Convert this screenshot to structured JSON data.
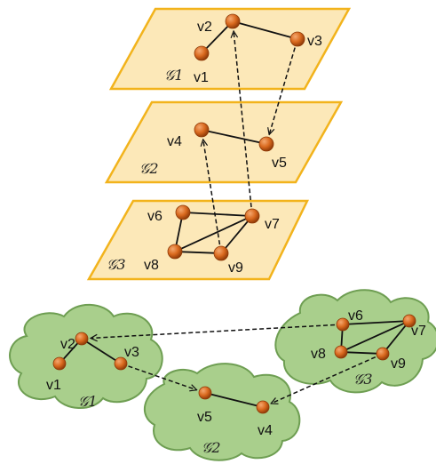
{
  "colors": {
    "plane_fill": "#FCE8B8",
    "plane_stroke": "#F2B31C",
    "cloud_fill": "#A9CF8C",
    "cloud_stroke": "#6E9E52",
    "node_fill": "#D9691E",
    "node_dark": "#8F3A08",
    "node_light": "#F4A870",
    "edge": "#111111"
  },
  "stacked_view": {
    "layers": [
      {
        "id": "G1",
        "label": "𝒢1",
        "nodes": [
          "v1",
          "v2",
          "v3"
        ]
      },
      {
        "id": "G2",
        "label": "𝒢2",
        "nodes": [
          "v4",
          "v5"
        ]
      },
      {
        "id": "G3",
        "label": "𝒢3",
        "nodes": [
          "v6",
          "v7",
          "v8",
          "v9"
        ]
      }
    ],
    "nodes": {
      "v1": "v1",
      "v2": "v2",
      "v3": "v3",
      "v4": "v4",
      "v5": "v5",
      "v6": "v6",
      "v7": "v7",
      "v8": "v8",
      "v9": "v9"
    },
    "edges": [
      [
        "v1",
        "v2"
      ],
      [
        "v2",
        "v3"
      ],
      [
        "v4",
        "v5"
      ],
      [
        "v6",
        "v7"
      ],
      [
        "v6",
        "v8"
      ],
      [
        "v7",
        "v8"
      ],
      [
        "v7",
        "v9"
      ],
      [
        "v8",
        "v9"
      ]
    ],
    "arrows": [
      [
        "v3",
        "v5"
      ],
      [
        "v9",
        "v4"
      ],
      [
        "v7",
        "v2"
      ]
    ]
  },
  "cloud_view": {
    "clouds": [
      {
        "id": "G1",
        "label": "𝒢1",
        "nodes": [
          "v1",
          "v2",
          "v3"
        ]
      },
      {
        "id": "G2",
        "label": "𝒢2",
        "nodes": [
          "v4",
          "v5"
        ]
      },
      {
        "id": "G3",
        "label": "𝒢3",
        "nodes": [
          "v6",
          "v7",
          "v8",
          "v9"
        ]
      }
    ],
    "nodes": {
      "v1": "v1",
      "v2": "v2",
      "v3": "v3",
      "v4": "v4",
      "v5": "v5",
      "v6": "v6",
      "v7": "v7",
      "v8": "v8",
      "v9": "v9"
    },
    "edges": [
      [
        "v1",
        "v2"
      ],
      [
        "v2",
        "v3"
      ],
      [
        "v4",
        "v5"
      ],
      [
        "v6",
        "v7"
      ],
      [
        "v6",
        "v8"
      ],
      [
        "v7",
        "v8"
      ],
      [
        "v7",
        "v9"
      ],
      [
        "v8",
        "v9"
      ]
    ],
    "arrows": [
      [
        "v3",
        "v5"
      ],
      [
        "v6",
        "v2"
      ],
      [
        "v9",
        "v4"
      ]
    ]
  }
}
